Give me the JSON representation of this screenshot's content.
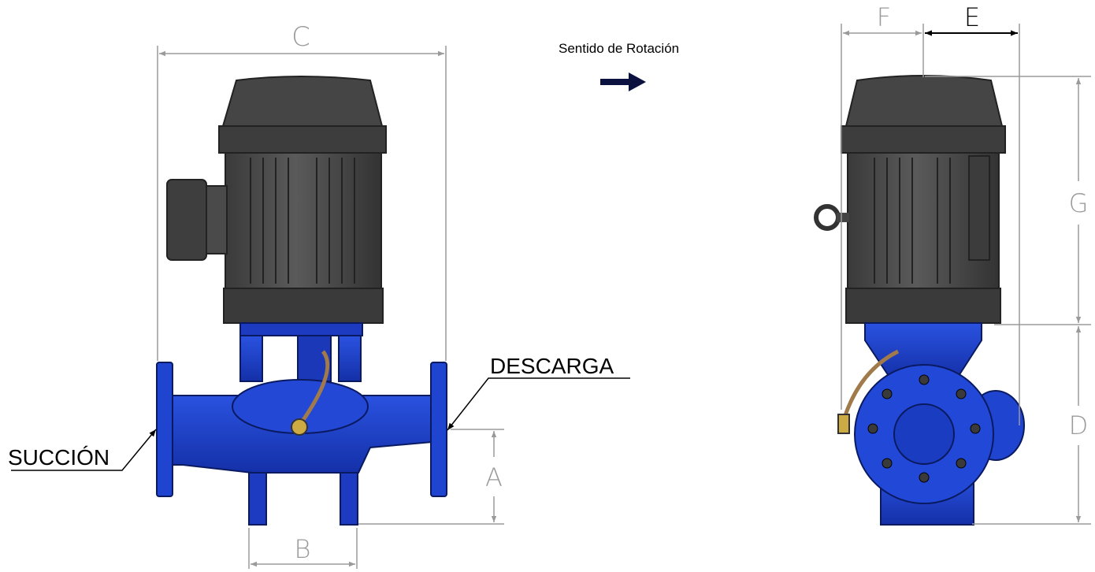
{
  "rotation": {
    "label": "Sentido de Rotación"
  },
  "callouts": {
    "suction": "SUCCIÓN",
    "discharge": "DESCARGA"
  },
  "dimensions": {
    "a": "A",
    "b": "B",
    "c": "C",
    "d": "D",
    "e": "E",
    "f": "F",
    "g": "G"
  },
  "colors": {
    "pump_blue": "#1a3fc8",
    "motor_gray": "#4a4a4a",
    "dim_gray": "#9a9a9a",
    "arrow_navy": "#0c1240"
  }
}
